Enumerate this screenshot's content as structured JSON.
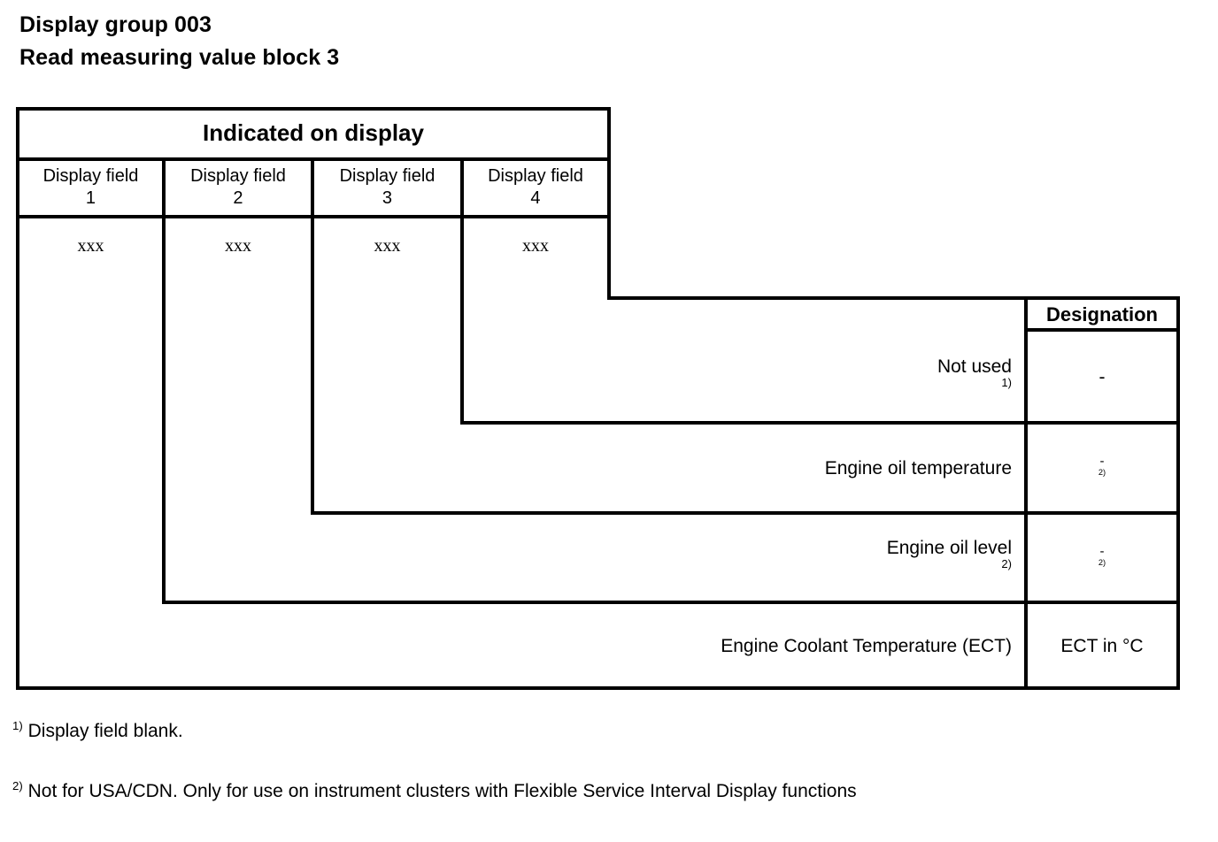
{
  "title": {
    "line1": "Display group 003",
    "line2": "Read measuring value block 3"
  },
  "table": {
    "banner": "Indicated on display",
    "designation_header": "Designation",
    "columns": [
      {
        "label_line1": "Display field",
        "label_line2": "1",
        "value": "xxx"
      },
      {
        "label_line1": "Display field",
        "label_line2": "2",
        "value": "xxx"
      },
      {
        "label_line1": "Display field",
        "label_line2": "3",
        "value": "xxx"
      },
      {
        "label_line1": "Display field",
        "label_line2": "4",
        "value": "xxx"
      }
    ],
    "rows": [
      {
        "description": "Not used",
        "description_sup": "1)",
        "sup_spaced": true,
        "designation": "-",
        "designation_sup": ""
      },
      {
        "description": "Engine oil temperature",
        "description_sup": "",
        "sup_spaced": false,
        "designation": "-",
        "designation_sup": "2)"
      },
      {
        "description": "Engine oil level",
        "description_sup": "2)",
        "sup_spaced": false,
        "designation": "-",
        "designation_sup": "2)"
      },
      {
        "description": "Engine Coolant Temperature (ECT)",
        "description_sup": "",
        "sup_spaced": false,
        "designation": "ECT in °C",
        "designation_sup": ""
      }
    ]
  },
  "footnotes": [
    {
      "marker": "1)",
      "text": "Display field blank."
    },
    {
      "marker": "2)",
      "text": "Not for USA/CDN. Only for use on instrument clusters with Flexible Service Interval Display functions"
    }
  ],
  "colors": {
    "ink": "#000000",
    "paper": "#ffffff"
  }
}
